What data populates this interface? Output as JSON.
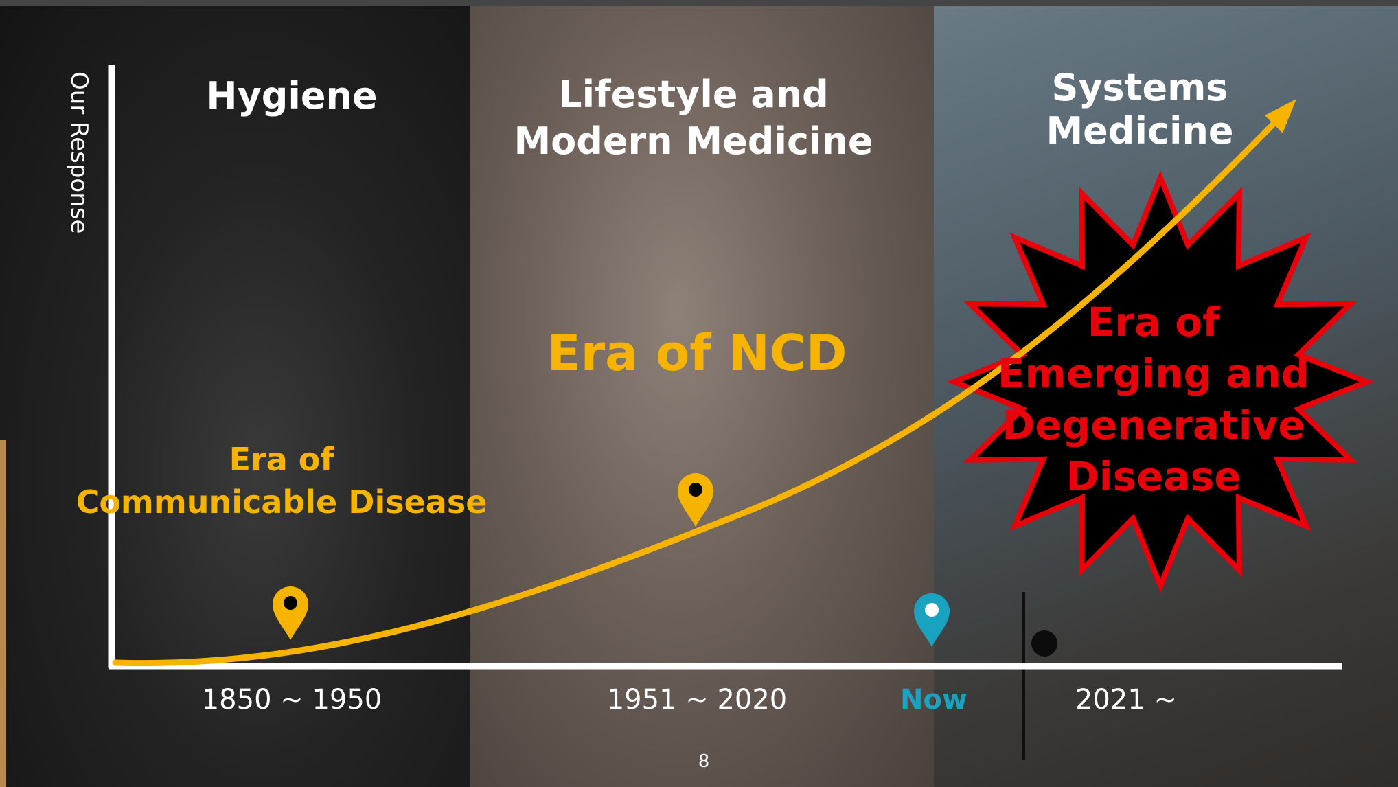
{
  "slide": {
    "page_number": "8",
    "y_axis_label": "Our Response"
  },
  "eras": {
    "hygiene": {
      "title": "Hygiene",
      "label": "Era of\nCommunicable Disease",
      "period": "1850 ~ 1950"
    },
    "modern": {
      "title": "Lifestyle and\nModern Medicine",
      "label": "Era of NCD",
      "period": "1951 ~ 2020"
    },
    "systems": {
      "title": "Systems Medicine",
      "label": "Era of\nEmerging and\nDegenerative Disease",
      "period": "2021 ~"
    }
  },
  "now_marker": {
    "label": "Now",
    "color": "#1aa3c0"
  },
  "colors": {
    "curve": "#f6b400",
    "era_label": "#f6b400",
    "emerging_label": "#e8000a",
    "burst_fill": "#000000",
    "burst_stroke": "#e8000a",
    "axis": "#ffffff"
  },
  "icons": {
    "marker": "map-pin-icon",
    "now_marker": "map-pin-icon"
  }
}
